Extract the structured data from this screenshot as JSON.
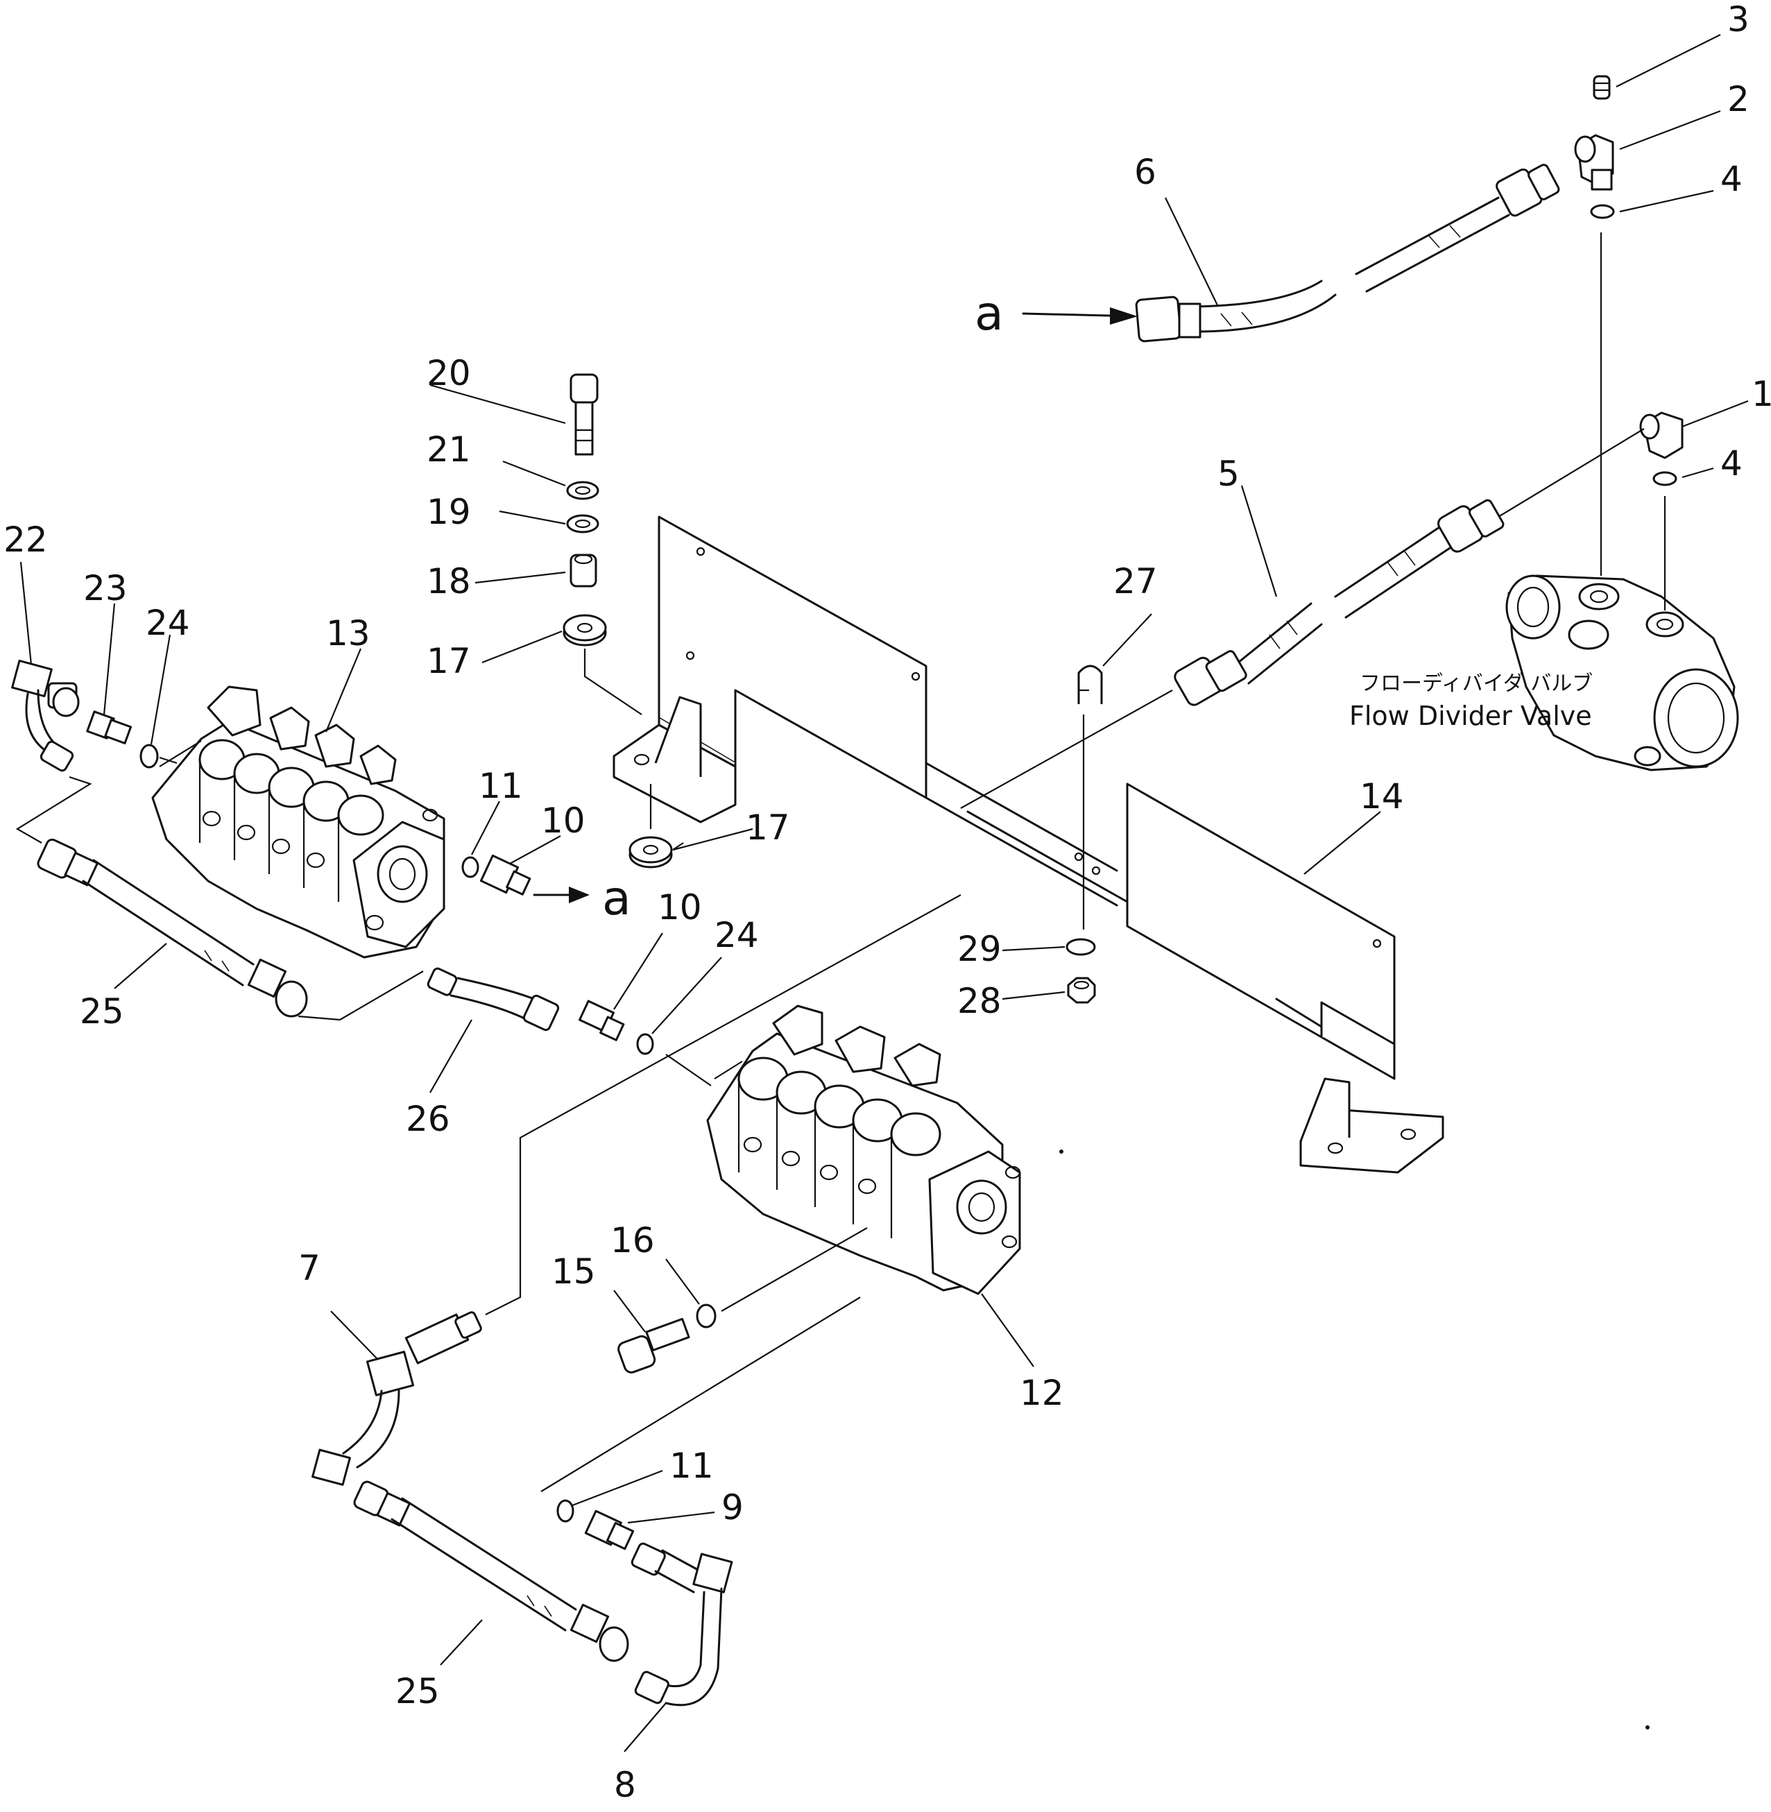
{
  "labels": {
    "p1": "1",
    "p2": "2",
    "p3": "3",
    "p4a": "4",
    "p4b": "4",
    "p5": "5",
    "p6": "6",
    "p7": "7",
    "p8": "8",
    "p9": "9",
    "p10a": "10",
    "p10b": "10",
    "p11a": "11",
    "p11b": "11",
    "p12": "12",
    "p13": "13",
    "p14": "14",
    "p15": "15",
    "p16": "16",
    "p17a": "17",
    "p17b": "17",
    "p18": "18",
    "p19": "19",
    "p20": "20",
    "p21": "21",
    "p22": "22",
    "p23": "23",
    "p24a": "24",
    "p24b": "24",
    "p25a": "25",
    "p25b": "25",
    "p26": "26",
    "p27": "27",
    "p28": "28",
    "p29": "29",
    "ref_a_top": "a",
    "ref_a_mid": "a"
  },
  "caption": {
    "jp": "フローディバイダ バルブ",
    "en": "Flow Divider Valve"
  }
}
